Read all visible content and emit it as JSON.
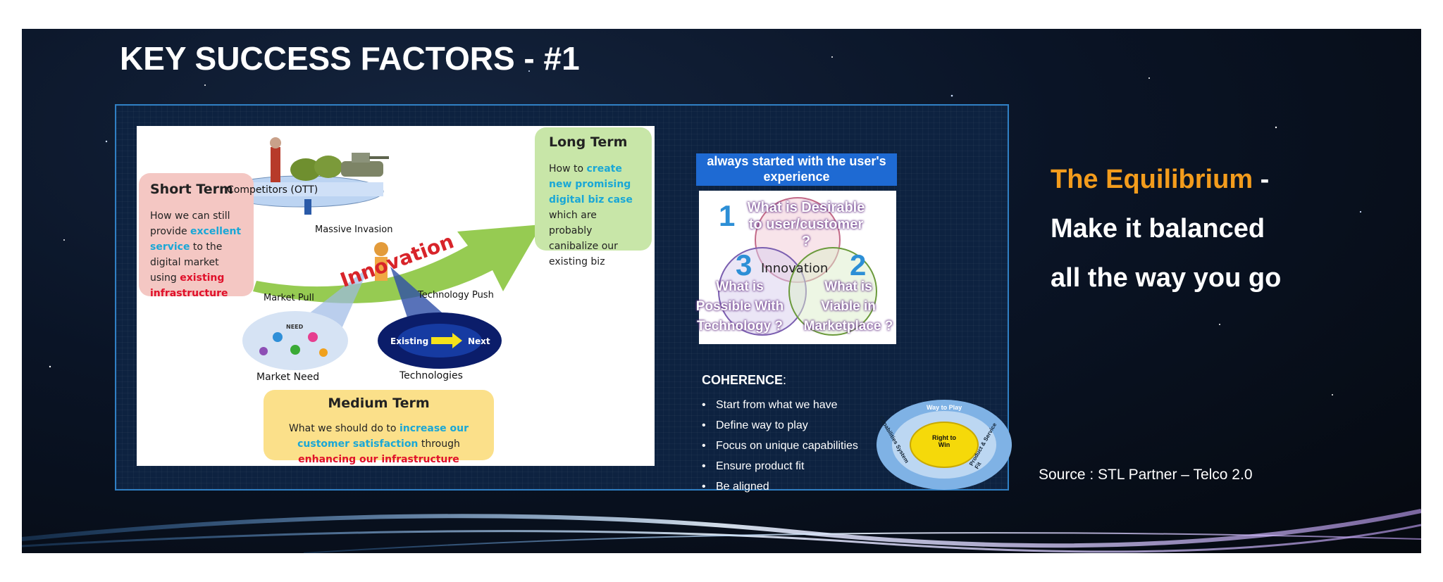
{
  "slide": {
    "title": "KEY SUCCESS FACTORS - #1"
  },
  "diagram": {
    "short_term": {
      "title": "Short Term",
      "text_1": "How we can still provide ",
      "highlight_1": "excellent service",
      "text_2": " to the digital market using ",
      "highlight_2": "existing infrastructure"
    },
    "long_term": {
      "title": "Long Term",
      "text_1": "How to ",
      "highlight_1": "create new promising digital biz case",
      "text_2": " which are probably canibalize our existing biz"
    },
    "medium_term": {
      "title": "Medium Term",
      "text_1": "What we should do to ",
      "highlight_1": "increase our customer satisfaction",
      "text_2": " through ",
      "highlight_2": "enhancing our infrastructure"
    },
    "competitors_label": "Competitors (OTT)",
    "massive_invasion": "Massive Invasion",
    "innovation": "Innovation",
    "market_pull": "Market Pull",
    "technology_push": "Technology Push",
    "market_need": "Market Need",
    "technologies": "Technologies",
    "existing": "Existing",
    "next": "Next",
    "need": "NEED"
  },
  "venn": {
    "header": "always started with the user's experience",
    "center": "Innovation",
    "n1": "1",
    "n2": "2",
    "n3": "3",
    "q1_line1": "What is Desirable",
    "q1_line2": "to user/customer ?",
    "q2_line1": "What is",
    "q2_line2": "Viable in",
    "q2_line3": "Marketplace ?",
    "q3_line1": "What is",
    "q3_line2": "Possible With",
    "q3_line3": "Technology ?"
  },
  "coherence": {
    "title": "COHERENCE",
    "colon": ":",
    "items": [
      "Start from what we have",
      "Define way to play",
      "Focus on unique capabilities",
      "Ensure product fit",
      "Be aligned"
    ]
  },
  "wheel": {
    "top": "Way to Play",
    "left": "Capabilities System",
    "right": "Product & Service Fit",
    "center": "Right to Win"
  },
  "equilibrium": {
    "highlight": "The Equilibrium",
    "dash": " -",
    "line2": "Make it balanced",
    "line3": "all the way you go"
  },
  "source": "Source : STL Partner – Telco 2.0",
  "colors": {
    "accent_orange": "#f39c1c",
    "panel_border": "#2f7fc4",
    "venn_header": "#1e6ad3",
    "cyan": "#1aa7d6",
    "red": "#e0102a"
  }
}
